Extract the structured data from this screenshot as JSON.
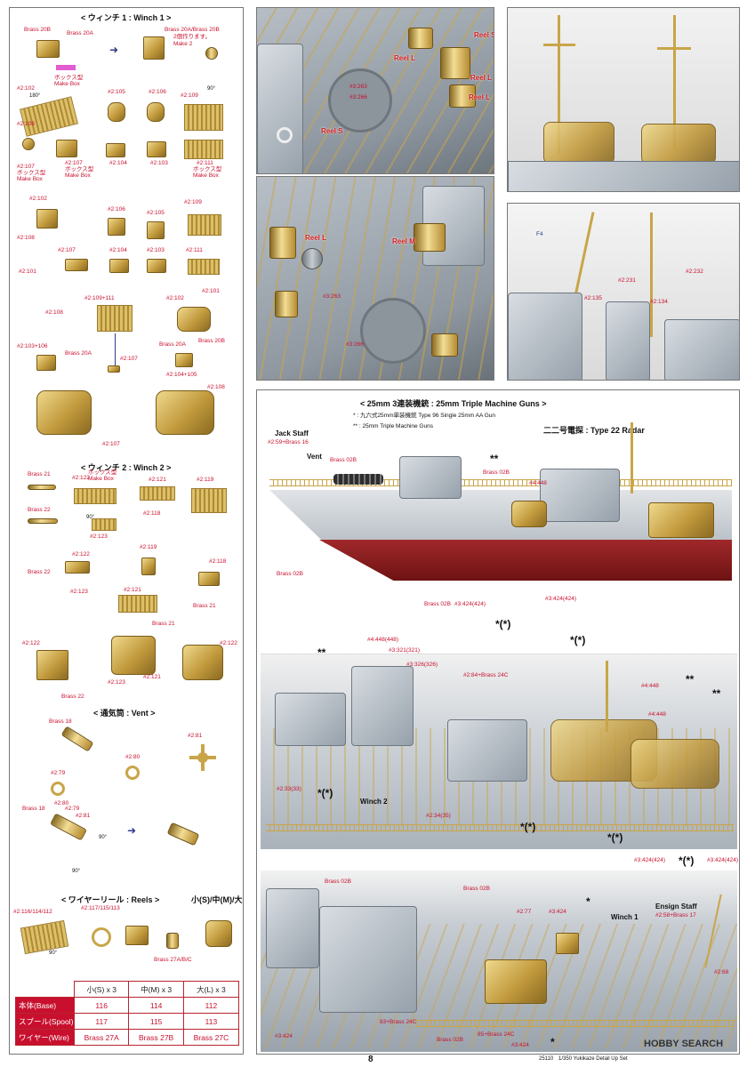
{
  "page_number": "8",
  "footer": {
    "code": "25110",
    "caption": "1/350 Yukikaze Detail Up Set",
    "brand": "HOBBY SEARCH"
  },
  "winch1": {
    "title": "< ウィンチ 1 : Winch 1 >",
    "labels": {
      "brass20b": "Brass 20B",
      "brass20a": "Brass 20A",
      "brass20ab": "Brass 20A/Brass 20B",
      "make2": "2個作ります。",
      "make2en": "Make 2",
      "box_jp": "ボックス型",
      "box_en": "Make Box",
      "p102": "#2:102",
      "p105": "#2:105",
      "p106": "#2:106",
      "p109": "#2:109",
      "p108": "#2:108",
      "p107": "#2:107",
      "p104": "#2:104",
      "p103": "#2:103",
      "p111": "#2:111",
      "p101": "#2:101",
      "p109_111": "#2:109+111",
      "p103_106": "#2:103+106",
      "p104_105": "#2:104+105",
      "a180": "180°",
      "a90": "90°",
      "box_jp2": "ボックス型",
      "box_en2": "Make Box"
    }
  },
  "winch2": {
    "title": "< ウィンチ 2 : Winch 2 >",
    "labels": {
      "brass21": "Brass 21",
      "brass22": "Brass 22",
      "p122": "#2:122",
      "p121": "#2:121",
      "p118": "#2:118",
      "p123": "#2:123",
      "p119": "#2:119",
      "box_jp": "ボックス型",
      "box_en": "Make Box",
      "a90": "90°"
    }
  },
  "vent": {
    "title": "< 通気筒 : Vent >",
    "labels": {
      "brass18": "Brass 18",
      "p80": "#2:80",
      "p81": "#2:81",
      "p79": "#2:79",
      "a90": "90°"
    }
  },
  "reels": {
    "title": "< ワイヤーリール : Reels >",
    "size_note": "小(S)/中(M)/大(L)",
    "labels": {
      "p116": "#2:116/114/112",
      "p117": "#2:117/115/113",
      "brass27": "Brass 27A/B/C",
      "a90": "90°"
    },
    "table": {
      "headers": [
        "",
        "小(S) x 3",
        "中(M) x 3",
        "大(L) x 3"
      ],
      "rows": [
        {
          "label": "本体(Base)",
          "values": [
            "116",
            "114",
            "112"
          ]
        },
        {
          "label": "スプール(Spool)",
          "values": [
            "117",
            "115",
            "113"
          ]
        },
        {
          "label": "ワイヤー(Wire)",
          "values": [
            "Brass 27A",
            "Brass 27B",
            "Brass 27C"
          ]
        }
      ]
    }
  },
  "photos": {
    "reel_l": "Reel L",
    "reel_s": "Reel S",
    "reel_m": "Reel M",
    "p263": "#3:263",
    "p266": "#3:266",
    "f4": "F4",
    "p135": "#2:135",
    "p134": "#2:134",
    "p231": "#2:231",
    "p232": "#2:232"
  },
  "guns": {
    "title": "< 25mm 3連装機銃 : 25mm Triple Machine Guns >",
    "note1": "* : 九六式25mm単装機銃  Type 96 Single 25mm AA Gun",
    "note2": "** : 25mm Triple Machine Guns",
    "radar": "二二号電探 : Type 22 Radar",
    "jack_staff": "Jack Staff",
    "jack_parts": "#2:59+Brass 16",
    "vent": "Vent",
    "brass02b": "Brass 02B",
    "p448": "#4:448",
    "p424": "#3:424(424)",
    "star1": "*(*)",
    "star2": "**"
  },
  "mid": {
    "p448b": "#4:448(448)",
    "p321": "#3:321(321)",
    "p326": "#3:326(326)",
    "p84": "#2:84+Brass 24C",
    "p448": "#4:448",
    "p33": "#2:33(33)",
    "p34": "#2:34(35)",
    "winch2": "Winch 2",
    "p424": "#3:424(424)",
    "star1": "*(*)",
    "star2": "**"
  },
  "stern": {
    "brass02b": "Brass 02B",
    "p77": "#2:77",
    "p424": "#3:424",
    "winch1": "Winch 1",
    "ensign": "Ensign Staff",
    "ensign_parts": "#2:58+Brass 17",
    "p68": "#2:68",
    "p83": "83+Brass 24C",
    "p85": "85+Brass 24C",
    "star": "*"
  }
}
